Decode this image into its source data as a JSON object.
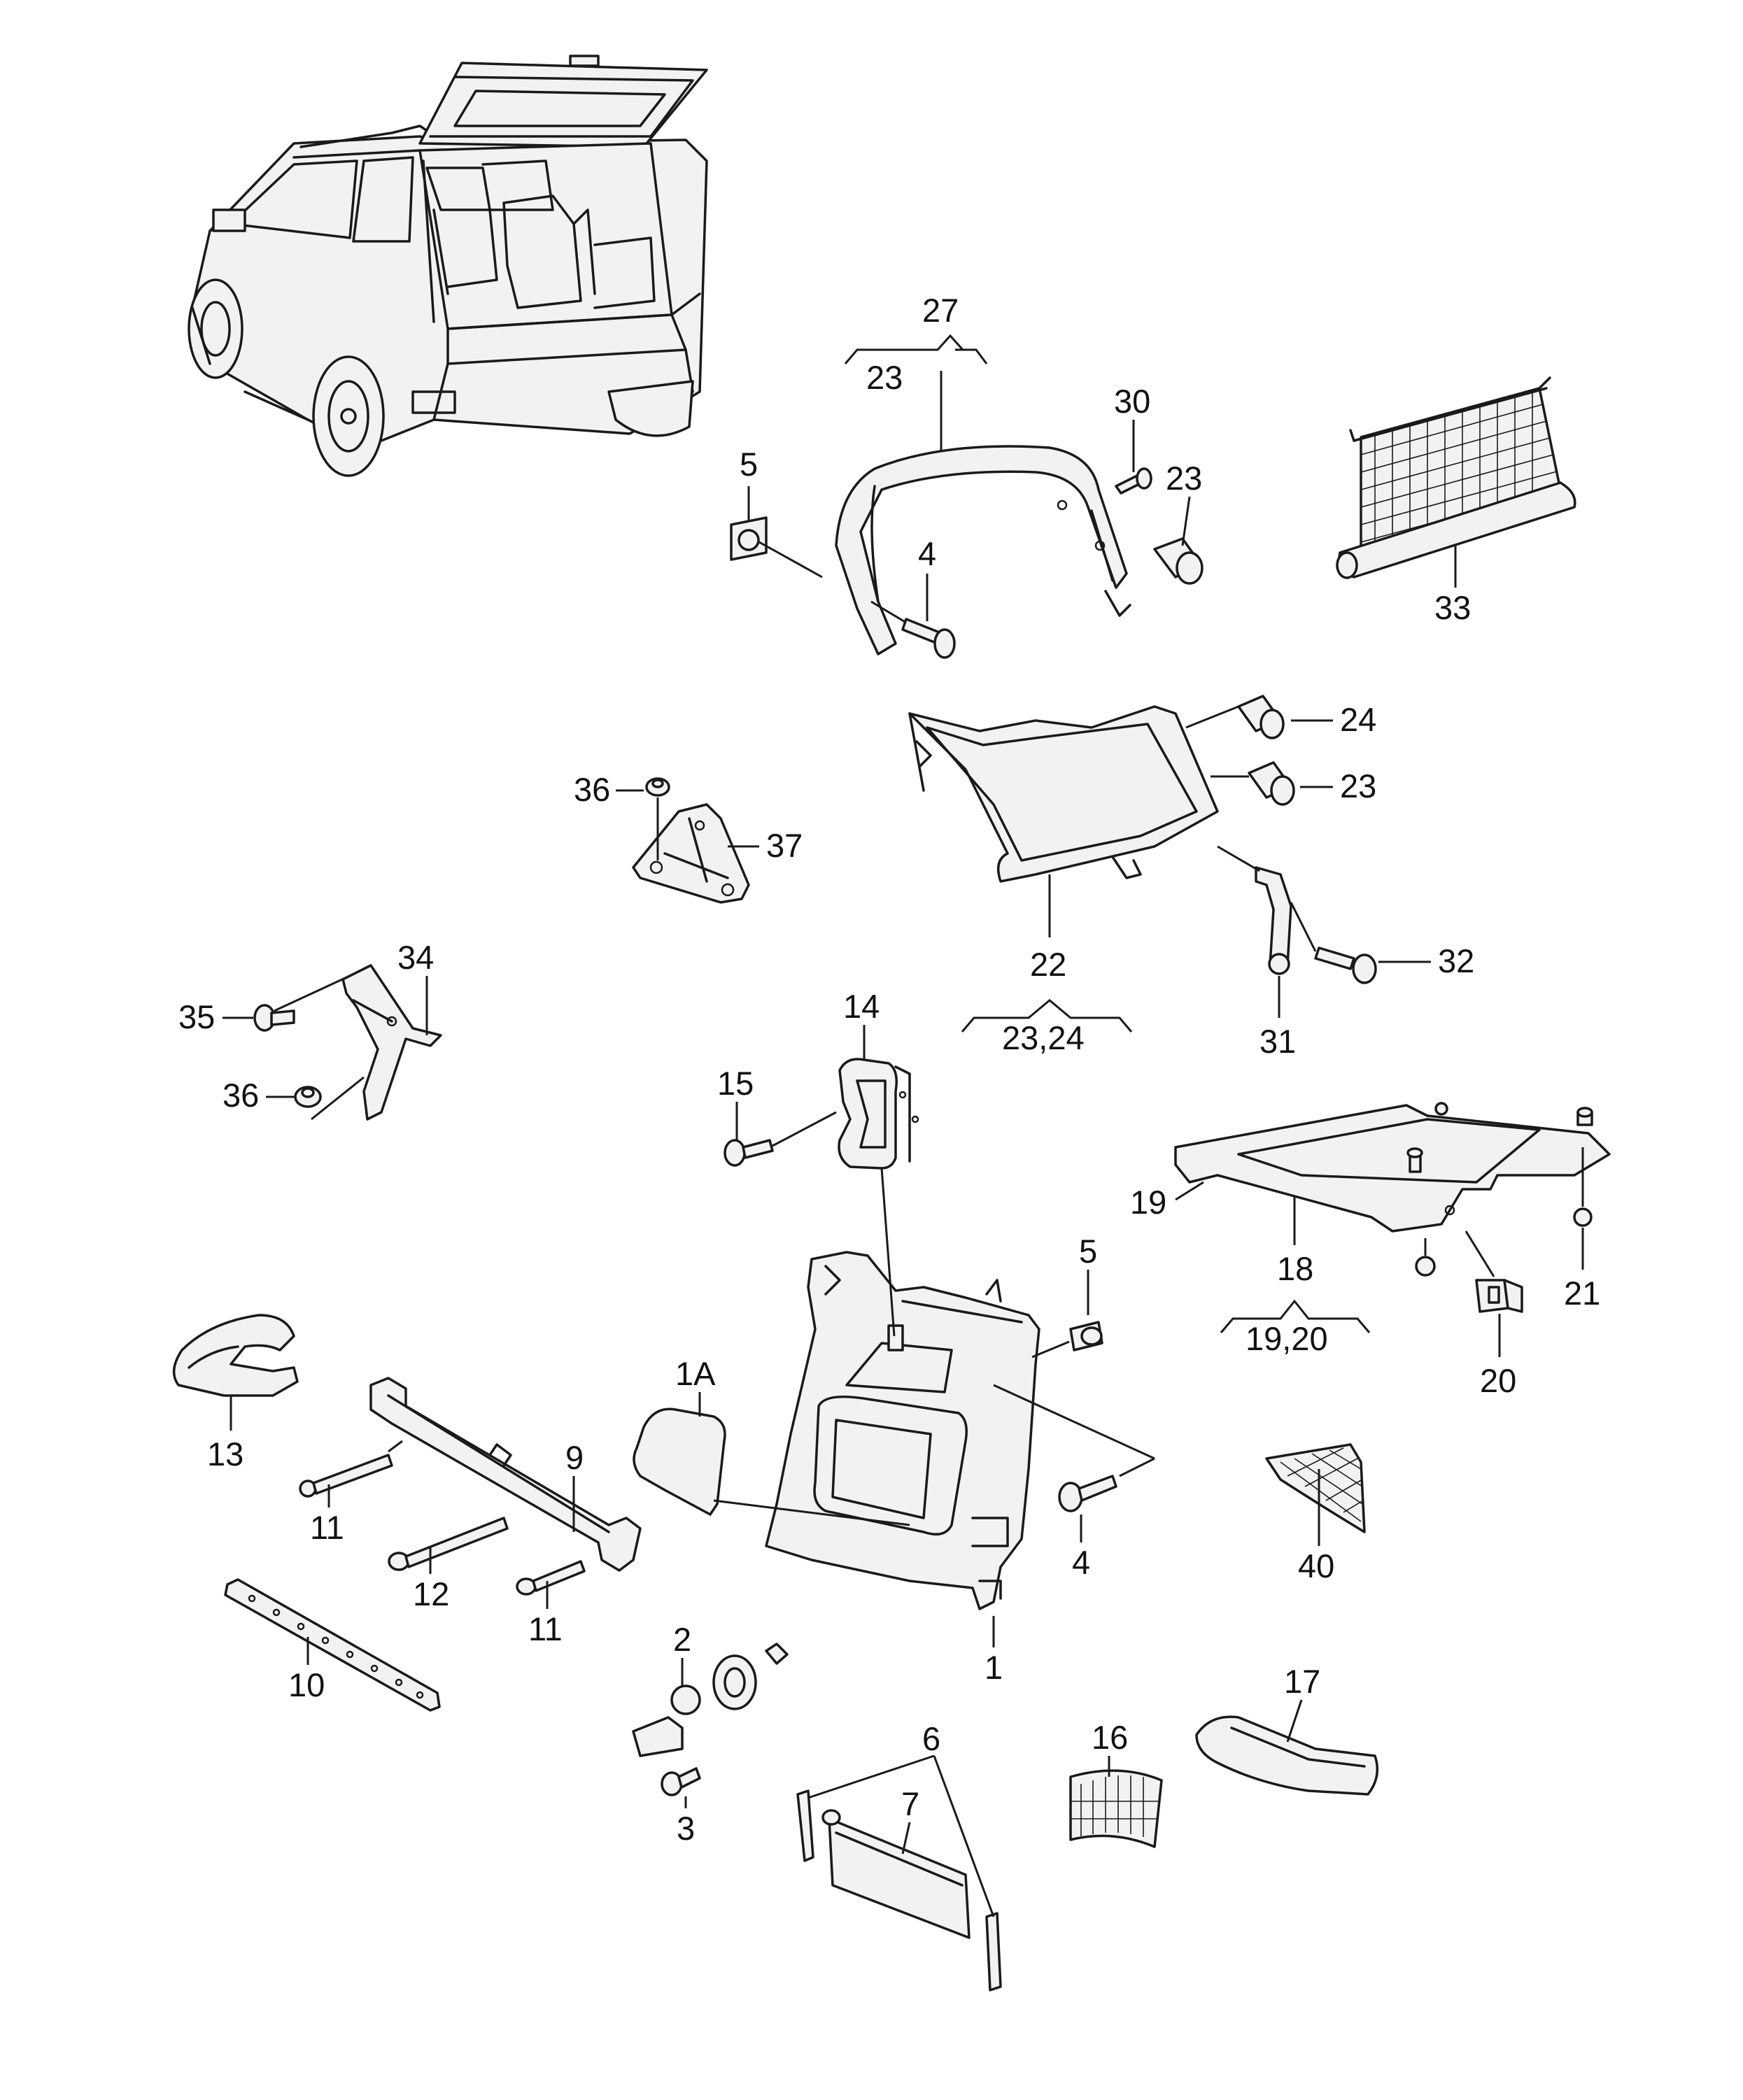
{
  "diagram": {
    "callouts": [
      {
        "id": "c27",
        "label": "27"
      },
      {
        "id": "c27sub",
        "label": "23"
      },
      {
        "id": "c5a",
        "label": "5"
      },
      {
        "id": "c30",
        "label": "30"
      },
      {
        "id": "c23a",
        "label": "23"
      },
      {
        "id": "c4a",
        "label": "4"
      },
      {
        "id": "c33",
        "label": "33"
      },
      {
        "id": "c24",
        "label": "24"
      },
      {
        "id": "c23b",
        "label": "23"
      },
      {
        "id": "c36a",
        "label": "36"
      },
      {
        "id": "c37",
        "label": "37"
      },
      {
        "id": "c32",
        "label": "32"
      },
      {
        "id": "c22",
        "label": "22"
      },
      {
        "id": "c22sub",
        "label": "23,24"
      },
      {
        "id": "c31",
        "label": "31"
      },
      {
        "id": "c34",
        "label": "34"
      },
      {
        "id": "c35",
        "label": "35"
      },
      {
        "id": "c36b",
        "label": "36"
      },
      {
        "id": "c14",
        "label": "14"
      },
      {
        "id": "c15",
        "label": "15"
      },
      {
        "id": "c19",
        "label": "19"
      },
      {
        "id": "c18",
        "label": "18"
      },
      {
        "id": "c18sub",
        "label": "19,20"
      },
      {
        "id": "c21",
        "label": "21"
      },
      {
        "id": "c20",
        "label": "20"
      },
      {
        "id": "c5b",
        "label": "5"
      },
      {
        "id": "c1A",
        "label": "1A"
      },
      {
        "id": "c13",
        "label": "13"
      },
      {
        "id": "c9",
        "label": "9"
      },
      {
        "id": "c11a",
        "label": "11"
      },
      {
        "id": "c12",
        "label": "12"
      },
      {
        "id": "c11b",
        "label": "11"
      },
      {
        "id": "c4b",
        "label": "4"
      },
      {
        "id": "c40",
        "label": "40"
      },
      {
        "id": "c1",
        "label": "1"
      },
      {
        "id": "c10",
        "label": "10"
      },
      {
        "id": "c2",
        "label": "2"
      },
      {
        "id": "c3",
        "label": "3"
      },
      {
        "id": "c6",
        "label": "6"
      },
      {
        "id": "c7",
        "label": "7"
      },
      {
        "id": "c16",
        "label": "16"
      },
      {
        "id": "c17",
        "label": "17"
      }
    ]
  },
  "colors": {
    "line": "#1a1a1a",
    "part_fill": "#f2f2f2",
    "background": "#ffffff"
  }
}
